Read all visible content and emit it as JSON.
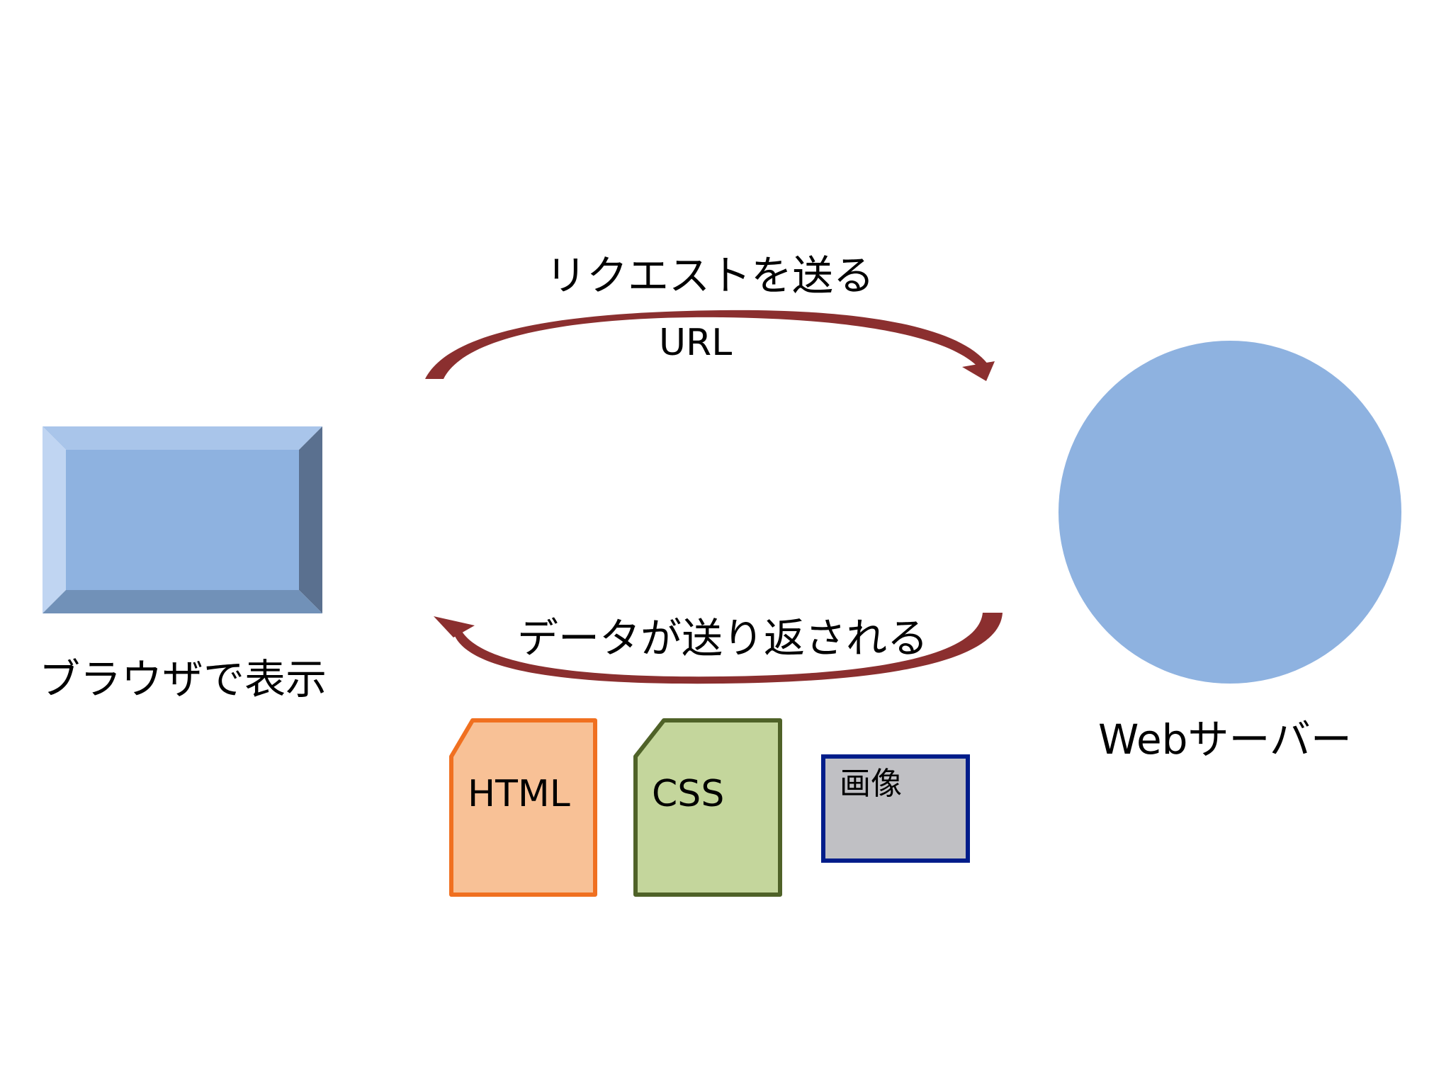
{
  "labels": {
    "request": "リクエストを送る",
    "url": "URL",
    "response": "データが送り返される",
    "browser": "ブラウザで表示",
    "server": "Webサーバー",
    "html": "HTML",
    "css": "CSS",
    "image": "画像"
  },
  "colors": {
    "browser_fill": "#8eb2e0",
    "server_fill": "#8eb2e0",
    "arrow": "#8b2f2f",
    "html_fill": "#f8c196",
    "html_border": "#f07020",
    "css_fill": "#c4d69c",
    "css_border": "#4f6228",
    "image_fill": "#c0c0c4",
    "image_border": "#001d8a"
  }
}
